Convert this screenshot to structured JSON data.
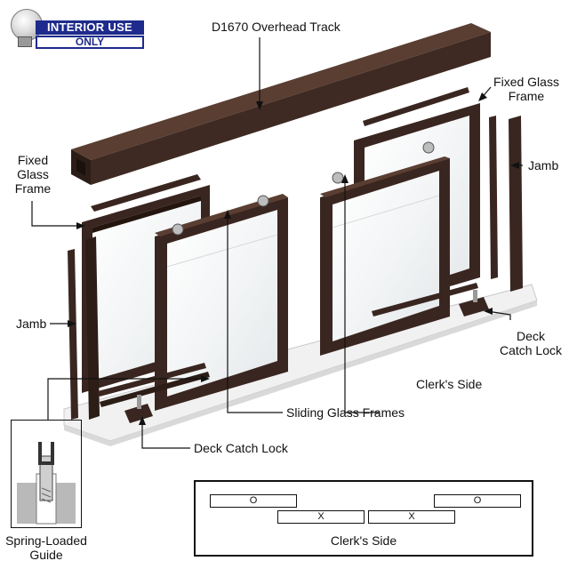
{
  "badge": {
    "line1": "INTERIOR USE",
    "line2": "ONLY"
  },
  "labels": {
    "overhead_track": "D1670 Overhead Track",
    "fixed_glass_frame_right": [
      "Fixed Glass",
      "Frame"
    ],
    "fixed_glass_frame_left": [
      "Fixed",
      "Glass",
      "Frame"
    ],
    "jamb_right": "Jamb",
    "jamb_left": "Jamb",
    "deck_catch_lock_right": [
      "Deck",
      "Catch Lock"
    ],
    "clerks_side_main": "Clerk's Side",
    "sliding_glass_frames": "Sliding Glass Frames",
    "deck_catch_lock_bottom": "Deck Catch Lock",
    "spring_loaded_guide": [
      "Spring-Loaded",
      "Guide"
    ]
  },
  "layout_diagram": {
    "panes": [
      {
        "mark": "O"
      },
      {
        "mark": "X"
      },
      {
        "mark": "X"
      },
      {
        "mark": "O"
      }
    ],
    "caption": "Clerk's Side"
  },
  "colors": {
    "frame": "#3a2620",
    "frame_dark": "#24160f",
    "track": "#4a3329",
    "deck": "#f0f0f0",
    "badge_blue": "#1e2b8c"
  }
}
